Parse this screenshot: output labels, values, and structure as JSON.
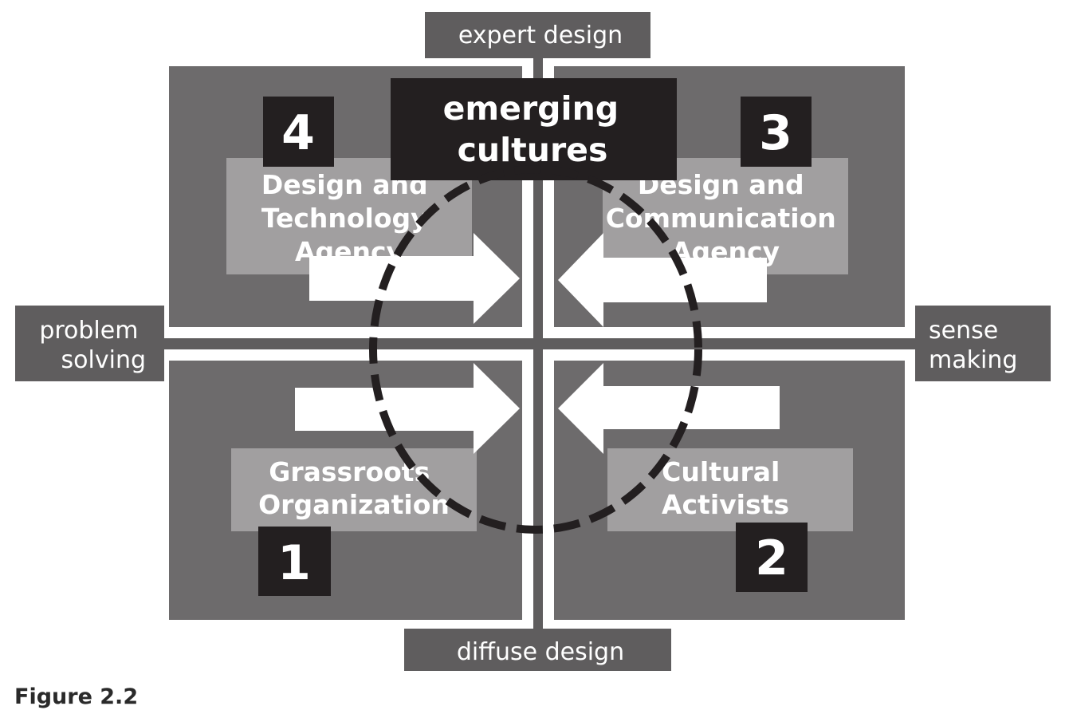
{
  "axes": {
    "top": "expert design",
    "bottom": "diffuse design",
    "left": [
      "problem",
      "solving"
    ],
    "right": [
      "sense",
      "making"
    ]
  },
  "center": {
    "title": [
      "emerging",
      "cultures"
    ]
  },
  "quadrants": [
    {
      "number": "4",
      "label": [
        "Design and",
        "Technology",
        "Agency"
      ]
    },
    {
      "number": "3",
      "label": [
        "Design and",
        "Communication",
        "Agency"
      ]
    },
    {
      "number": "1",
      "label": [
        "Grassroots",
        "Organization"
      ]
    },
    {
      "number": "2",
      "label": [
        "Cultural",
        "Activists"
      ]
    }
  ],
  "caption": "Figure 2.2",
  "colors": {
    "quadrant_bg": "#6d6b6c",
    "label_box": "#a19fa0",
    "dark_box": "#231f20",
    "axis_box": "#5f5d5e",
    "white": "#ffffff"
  }
}
